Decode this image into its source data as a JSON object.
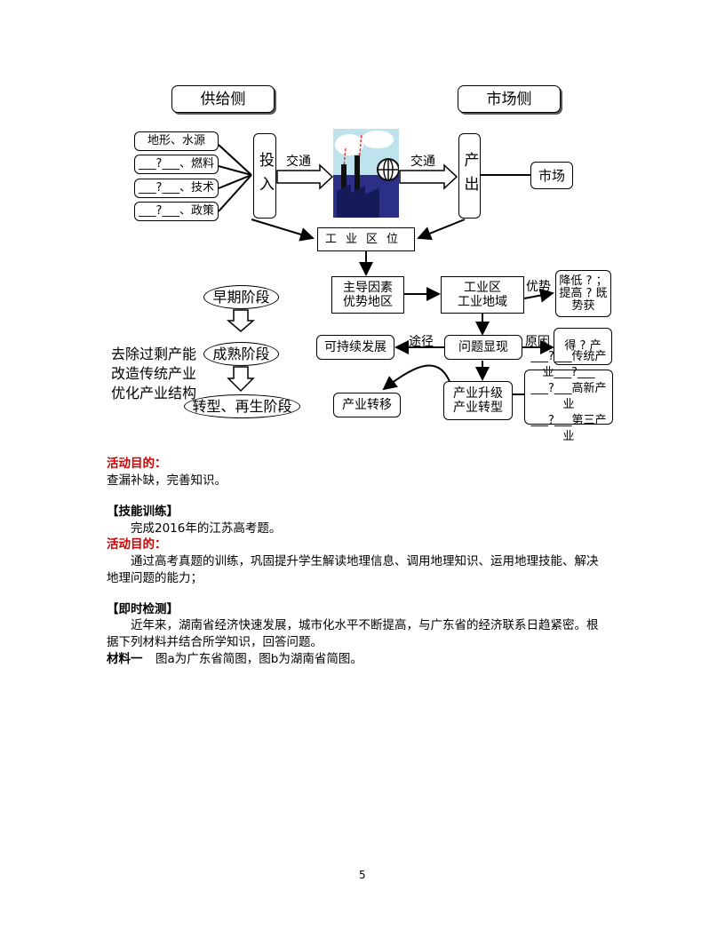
{
  "diagram": {
    "supply_side": "供给侧",
    "market_side": "市场侧",
    "factors": [
      "地形、水源",
      "___?___、燃料",
      "___?___、技术",
      "___?___、政策"
    ],
    "input_label": "投入",
    "output_label": "产出",
    "transport_left": "交通",
    "transport_right": "交通",
    "market": "市场",
    "industrial_location": "工业区位",
    "dominant_factor": "主导因素\n优势地区",
    "industrial_region": "工业区\n工业地域",
    "advantage": "优势",
    "advantage_result": "降低 ? ；提高 ? 既 势获",
    "sustainable": "可持续发展",
    "approach": "途径",
    "problem": "问题显现",
    "cause": "原因",
    "cause_result": "得 ? 产",
    "industry_transfer": "产业转移",
    "industry_upgrade": "产业升级\n产业转型",
    "upgrade_items": [
      "___?___传统产业___?___",
      "___?___高新产业",
      "___?___第三产业"
    ],
    "early_stage": "早期阶段",
    "mature_stage": "成熟阶段",
    "transition_stage": "转型、再生阶段",
    "mature_actions": [
      "去除过剩产能",
      "改造传统产业",
      "优化产业结构"
    ]
  },
  "text": {
    "goal1_title": "活动目的：",
    "goal1_body": "查漏补缺，完善知识。",
    "skill_title": "【技能训练】",
    "skill_body": "完成2016年的江苏高考题。",
    "goal2_title": "活动目的：",
    "goal2_line1": "通过高考真题的训练，巩固提升学生解读地理信息、调用地理知识、运用地理技能、解决",
    "goal2_line2": "地理问题的能力；",
    "check_title": "【即时检测】",
    "check_line1": "近年来，湖南省经济快速发展，城市化水平不断提高，与广东省的经济联系日趋紧密。根",
    "check_line2": "据下列材料并结合所学知识，回答问题。",
    "material_label": "材料一",
    "material_body": "图a为广东省简图，图b为湖南省简图。",
    "page_number": "5"
  }
}
